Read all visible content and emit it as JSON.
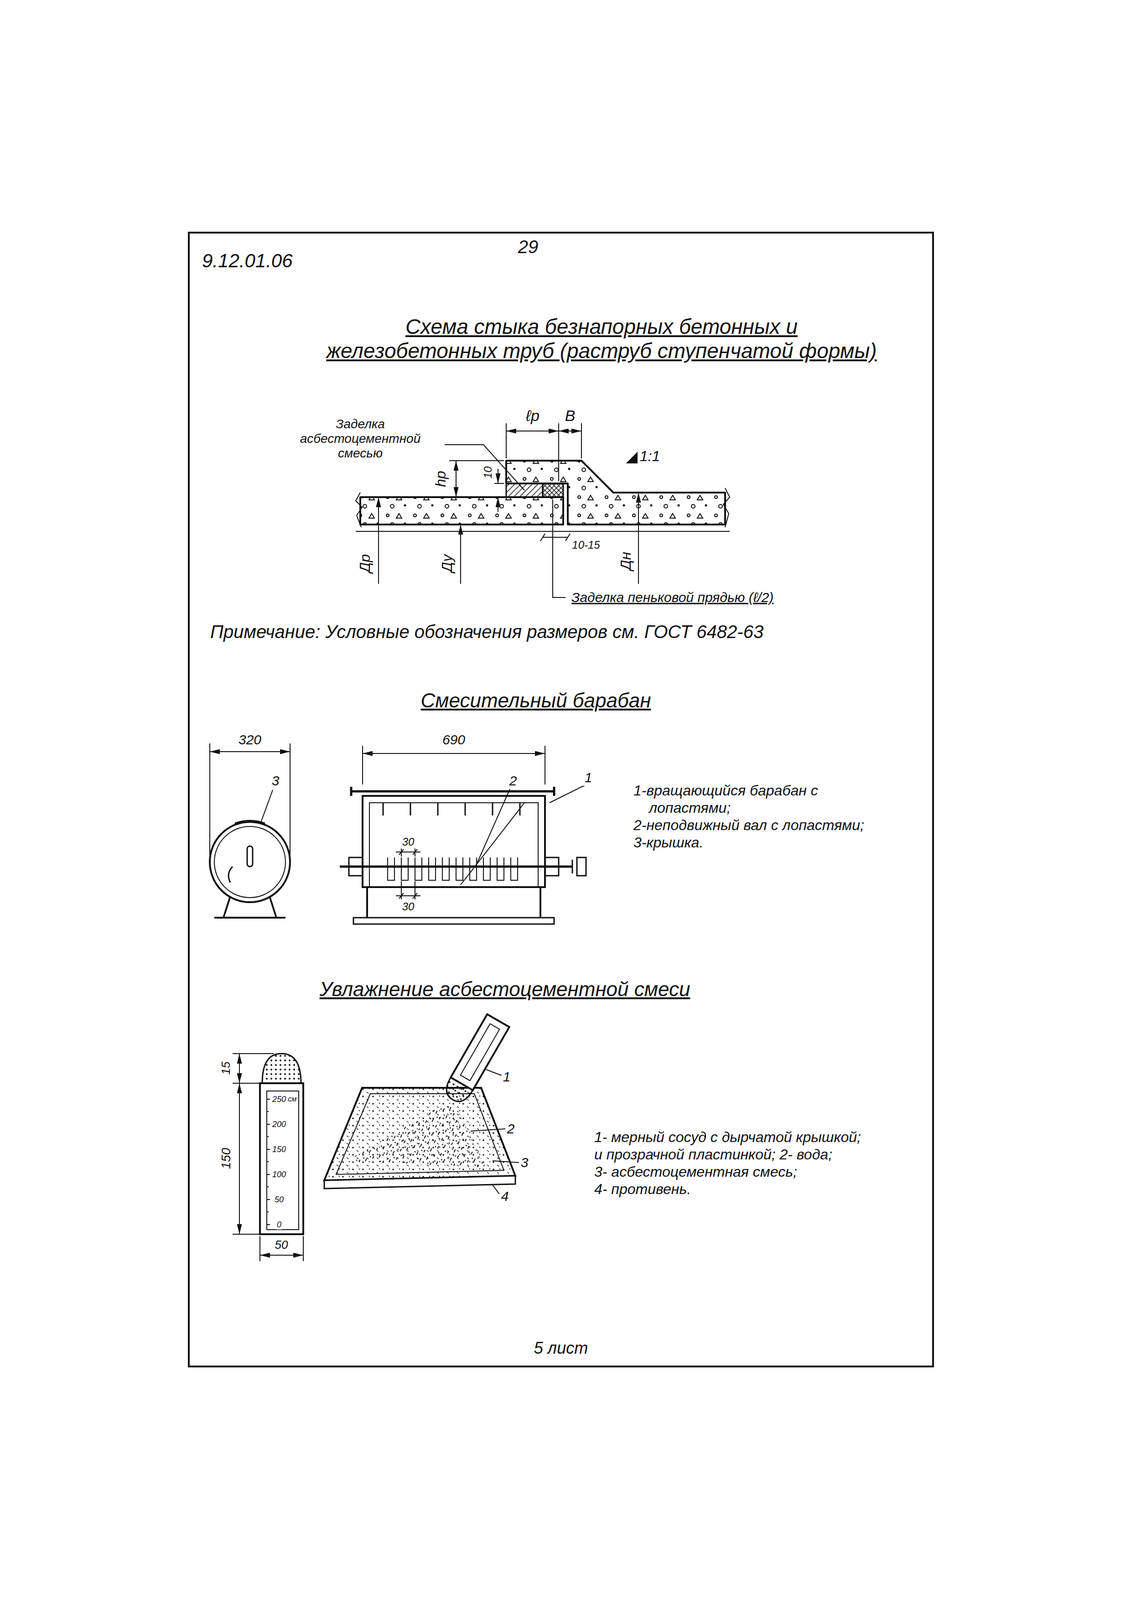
{
  "diagram": {
    "title": "Схема стыка безнапорных бетонных и железобетонных труб (раструб ступенчатой формы)",
    "labels": [
      "9.12.01.06",
      "29",
      "Заделка асбестоцементной смесью",
      "ℓр",
      "В",
      "1:1",
      "hр",
      "10",
      "Др",
      "Ду",
      "10-15",
      "Дн",
      "Заделка пеньковой прядью (ℓ/2)",
      "Примечание: Условные обозначения размеров см. ГОСТ 6482-63",
      "Смесительный барабан",
      "320",
      "690",
      "3",
      "2",
      "1",
      "30",
      "30",
      "1-вращающийся барабан с",
      "лопастями;",
      "2-неподвижный вал с лопастями;",
      "3-крышка.",
      "Увлажнение асбестоцементной смеси",
      "15",
      "150",
      "50",
      "250",
      "200",
      "150",
      "100",
      "50",
      "0",
      "см",
      "1",
      "2",
      "3",
      "4",
      "1- мерный сосуд с дырчатой крышкой;",
      "и прозрачной пластинкой; 2- вода;",
      "3- асбестоцементная смесь;",
      "4- противень.",
      "5 лист"
    ]
  }
}
